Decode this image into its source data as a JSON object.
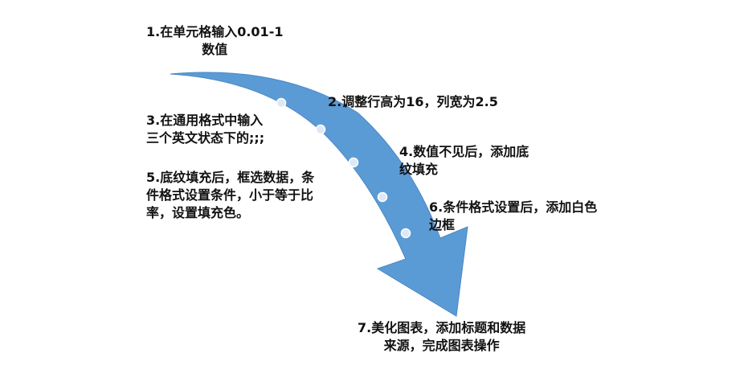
{
  "diagram": {
    "colors": {
      "arrow": "#5b9bd5",
      "arrow_edge": "#4a88c4",
      "dot_fill": "#dce8f5",
      "dot_stroke": "#ffffff",
      "text": "#111111",
      "background": "#ffffff"
    },
    "steps": [
      {
        "lines": [
          "1.在单元格输入0.01-1",
          "数值"
        ]
      },
      {
        "lines": [
          "2.调整行高为16，列宽为2.5"
        ]
      },
      {
        "lines": [
          "3.在通用格式中输入",
          "三个英文状态下的;;;"
        ]
      },
      {
        "lines": [
          "4.数值不见后，添加底",
          "纹填充"
        ]
      },
      {
        "lines": [
          "5.底纹填充后，框选数据，条",
          "件格式设置条件，小于等于比",
          "率，设置填充色。"
        ]
      },
      {
        "lines": [
          "6.条件格式设置后，添加白色",
          "边框"
        ]
      },
      {
        "lines": [
          "7.美化图表，添加标题和数据",
          "来源，完成图表操作"
        ]
      }
    ]
  }
}
